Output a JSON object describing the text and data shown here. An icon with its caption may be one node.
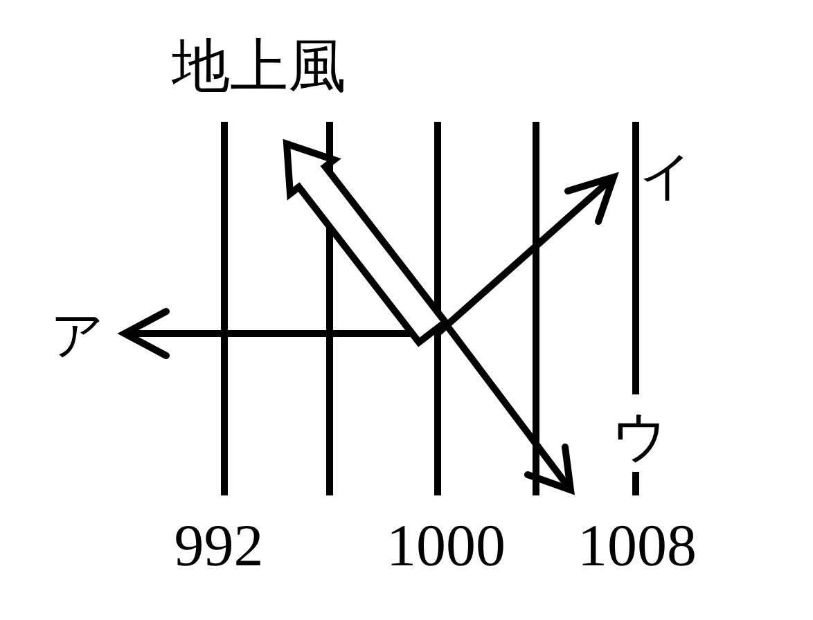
{
  "diagram": {
    "labels": [
      "地上風",
      "イ",
      "ア",
      "ウ",
      "992",
      "1000",
      "1008"
    ]
  }
}
